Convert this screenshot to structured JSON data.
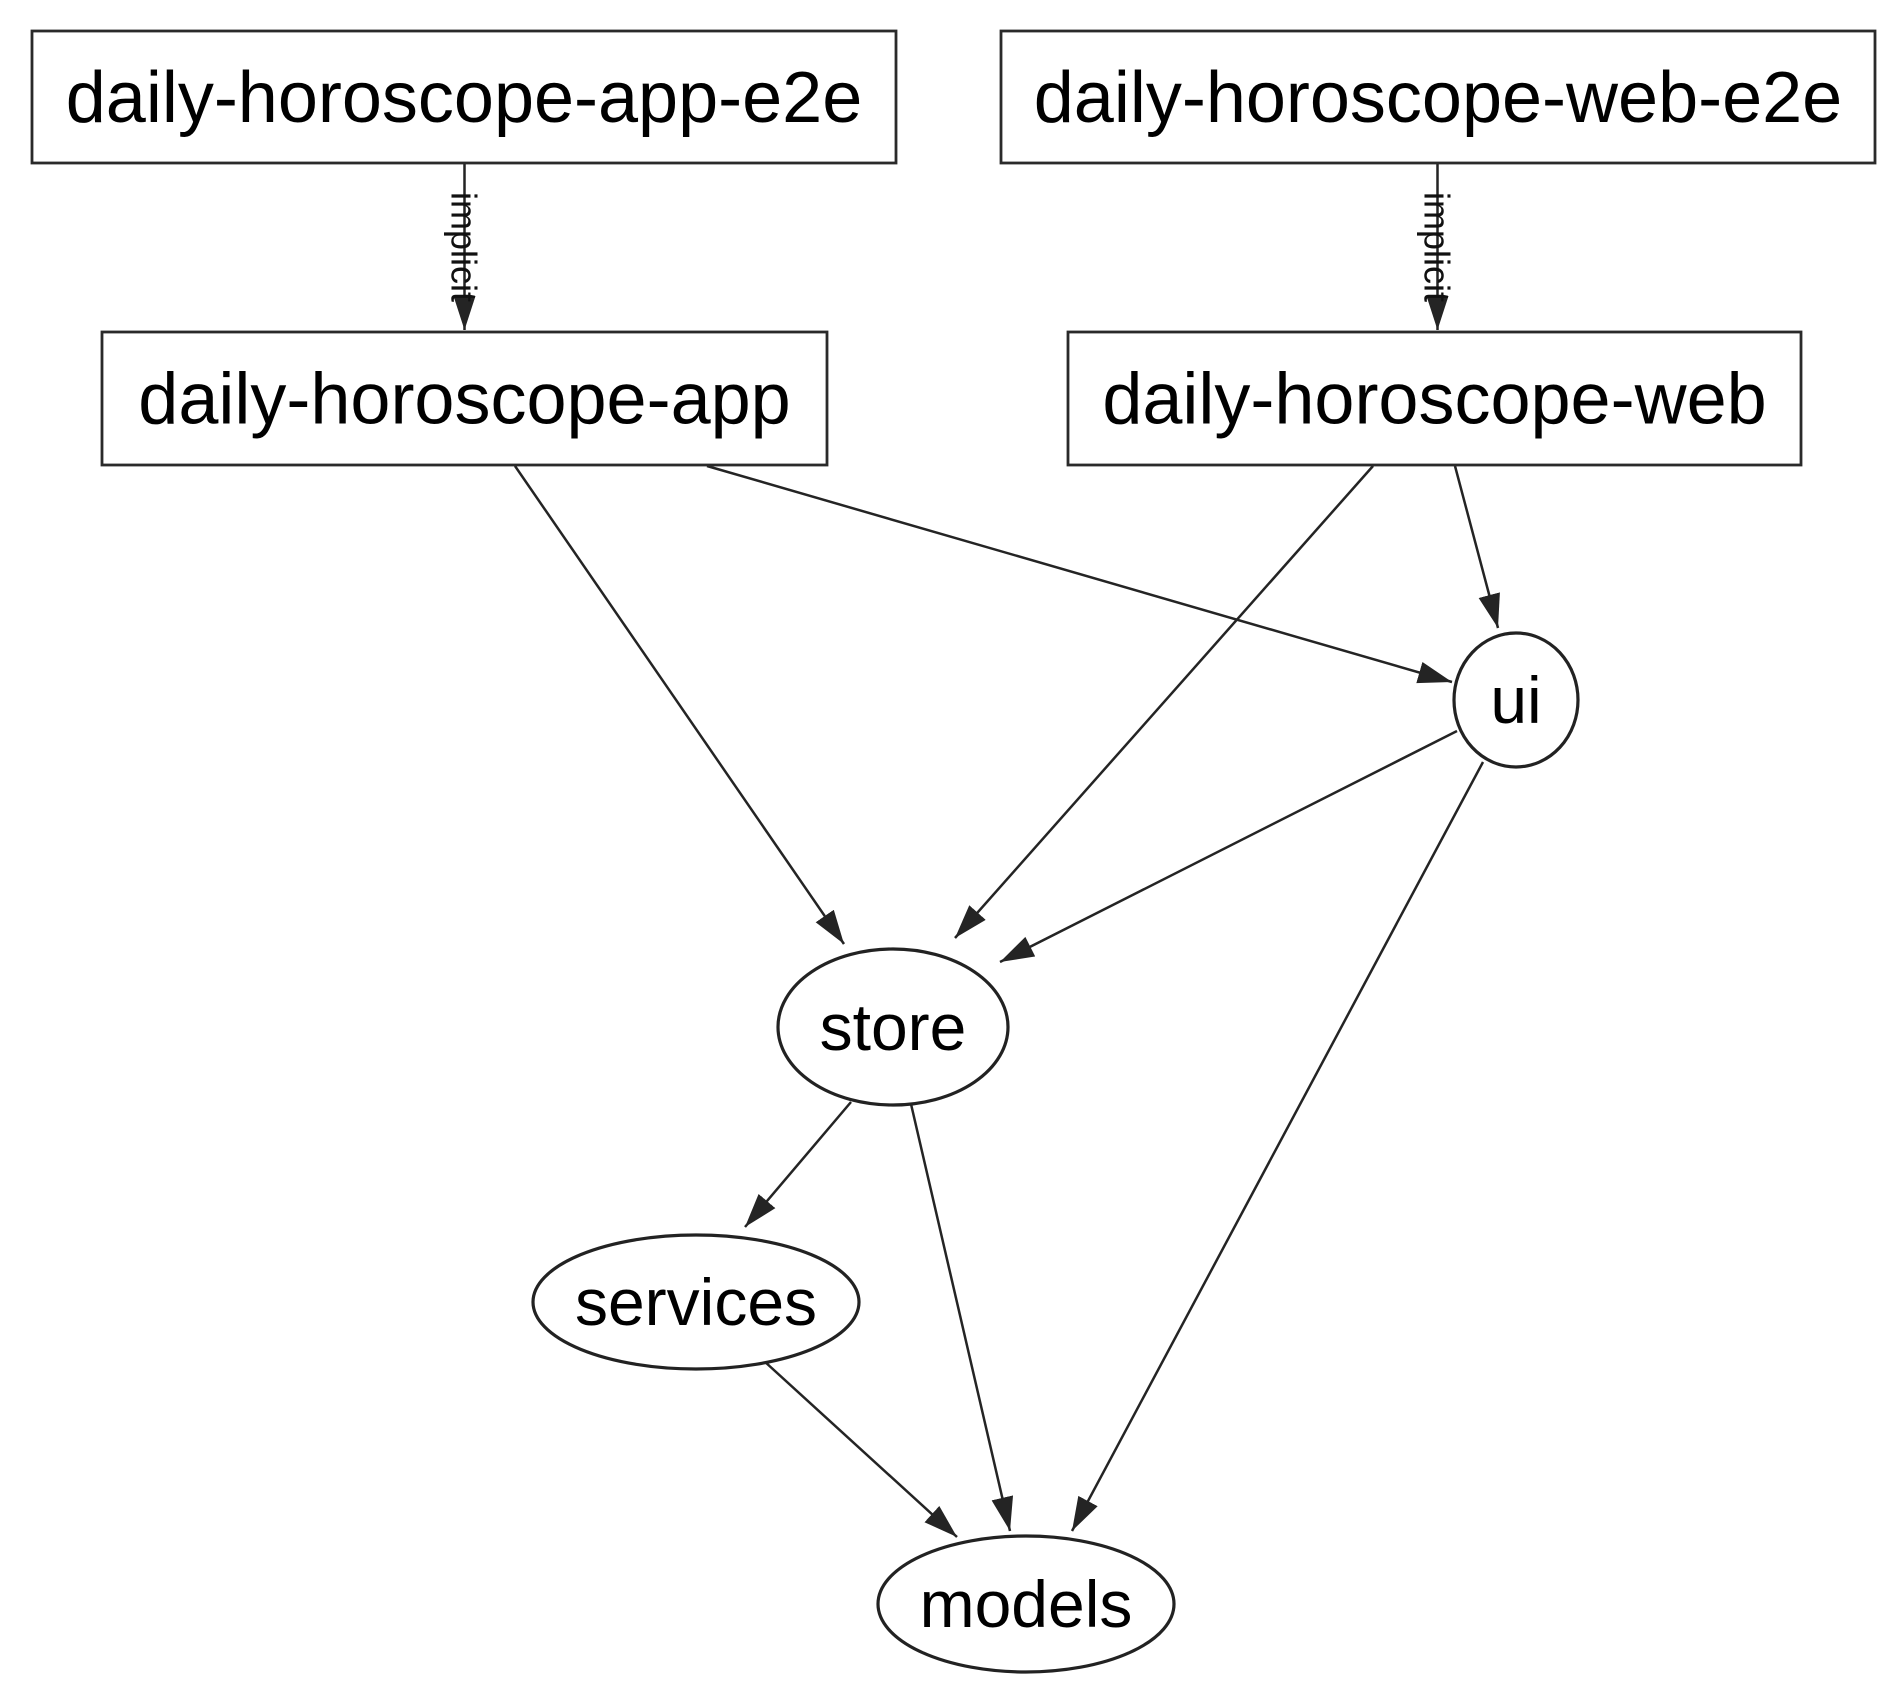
{
  "diagram": {
    "type": "dependency-graph",
    "background_color": "#ffffff",
    "line_color": "#242424",
    "text_color": "#000000",
    "nodes": [
      {
        "id": "daily-horoscope-app-e2e",
        "label": "daily-horoscope-app-e2e",
        "shape": "box"
      },
      {
        "id": "daily-horoscope-web-e2e",
        "label": "daily-horoscope-web-e2e",
        "shape": "box"
      },
      {
        "id": "daily-horoscope-app",
        "label": "daily-horoscope-app",
        "shape": "box"
      },
      {
        "id": "daily-horoscope-web",
        "label": "daily-horoscope-web",
        "shape": "box"
      },
      {
        "id": "ui",
        "label": "ui",
        "shape": "ellipse"
      },
      {
        "id": "store",
        "label": "store",
        "shape": "ellipse"
      },
      {
        "id": "services",
        "label": "services",
        "shape": "ellipse"
      },
      {
        "id": "models",
        "label": "models",
        "shape": "ellipse"
      }
    ],
    "edges": [
      {
        "from": "daily-horoscope-app-e2e",
        "to": "daily-horoscope-app",
        "label": "implicit"
      },
      {
        "from": "daily-horoscope-web-e2e",
        "to": "daily-horoscope-web",
        "label": "implicit"
      },
      {
        "from": "daily-horoscope-app",
        "to": "ui",
        "label": ""
      },
      {
        "from": "daily-horoscope-app",
        "to": "store",
        "label": ""
      },
      {
        "from": "daily-horoscope-web",
        "to": "ui",
        "label": ""
      },
      {
        "from": "daily-horoscope-web",
        "to": "store",
        "label": ""
      },
      {
        "from": "ui",
        "to": "store",
        "label": ""
      },
      {
        "from": "ui",
        "to": "models",
        "label": ""
      },
      {
        "from": "store",
        "to": "services",
        "label": ""
      },
      {
        "from": "store",
        "to": "models",
        "label": ""
      },
      {
        "from": "services",
        "to": "models",
        "label": ""
      }
    ]
  }
}
